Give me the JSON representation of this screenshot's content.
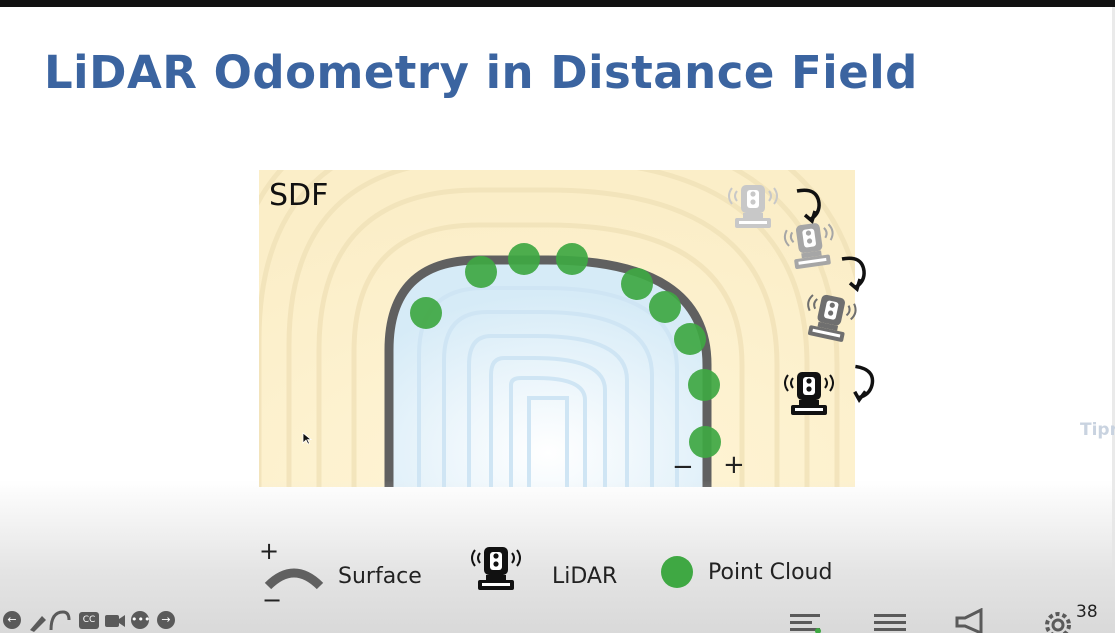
{
  "slide": {
    "title": "LiDAR Odometry in Distance Field",
    "page_number": "38",
    "figure": {
      "label": "SDF",
      "minus_sign": "−",
      "plus_sign": "+"
    },
    "legend": {
      "surface_label": "Surface",
      "surface_plus": "+",
      "surface_minus": "−",
      "lidar_label": "LiDAR",
      "point_cloud_label": "Point Cloud"
    },
    "ghost_text": "Tipr"
  },
  "player_controls": {
    "cc_label": "CC"
  },
  "colors": {
    "title": "#3b64a0",
    "point": "#3fa843",
    "surface": "#606060"
  },
  "icons": [
    "arrow-left-icon",
    "pen-icon",
    "undo-icon",
    "cc-icon",
    "camera-icon",
    "more-icon",
    "arrow-right-icon",
    "list-icon",
    "notes-icon",
    "volume-icon",
    "gear-icon"
  ]
}
